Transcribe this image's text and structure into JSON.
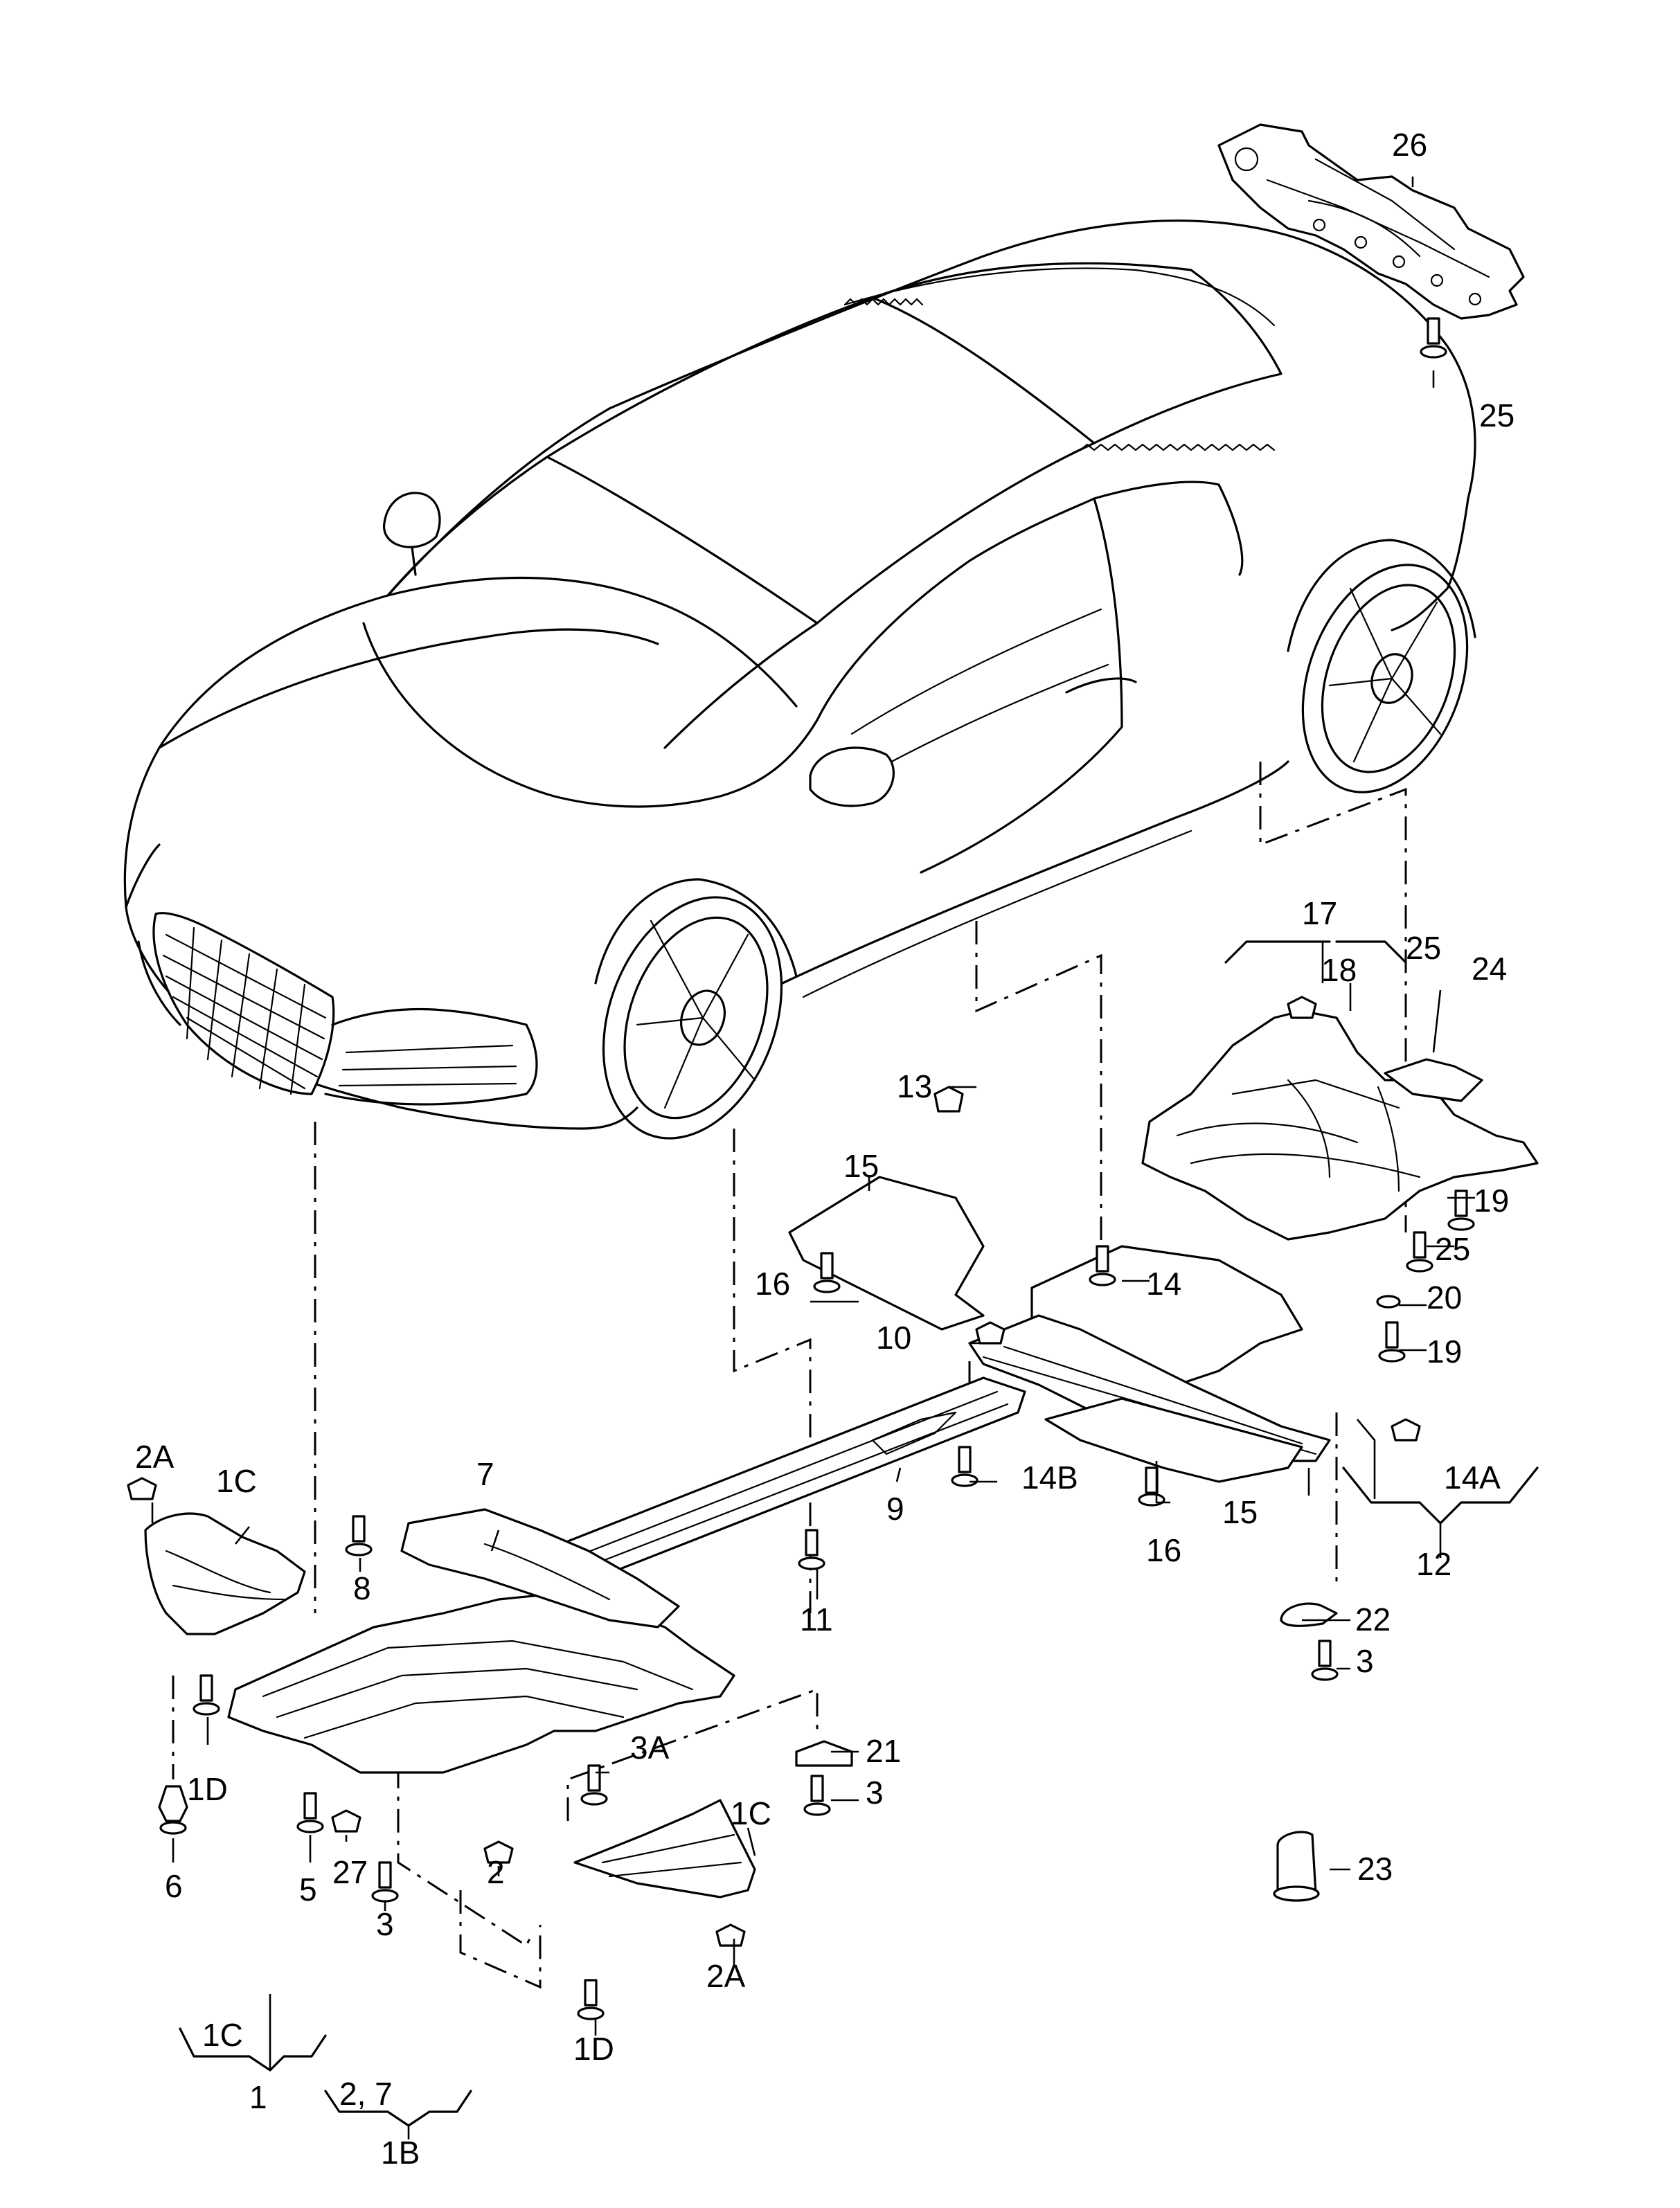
{
  "callouts": {
    "c1": "1",
    "c1B": "1B",
    "c1C_a": "1C",
    "c1C_b": "1C",
    "c1C_group": "1C",
    "c1D_a": "1D",
    "c1D_b": "1D",
    "c2_a": "2",
    "c2A_a": "2A",
    "c2A_b": "2A",
    "c27_group": "2, 7",
    "c3_a": "3",
    "c3_b": "3",
    "c3_c": "3",
    "c3A": "3A",
    "c5": "5",
    "c6": "6",
    "c7": "7",
    "c8": "8",
    "c9": "9",
    "c10": "10",
    "c11": "11",
    "c12": "12",
    "c13": "13",
    "c14": "14",
    "c14A": "14A",
    "c14B": "14B",
    "c15_a": "15",
    "c15_b": "15",
    "c16_a": "16",
    "c16_b": "16",
    "c17": "17",
    "c18": "18",
    "c19_a": "19",
    "c19_b": "19",
    "c20": "20",
    "c21": "21",
    "c22": "22",
    "c23": "23",
    "c24": "24",
    "c25_a": "25",
    "c25_b": "25",
    "c25_c": "25",
    "c26": "26",
    "c27": "27"
  }
}
